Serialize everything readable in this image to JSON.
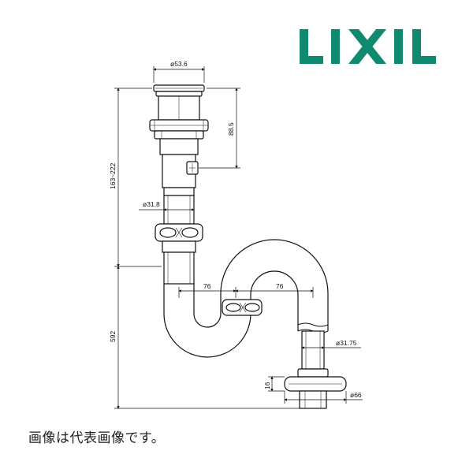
{
  "brand": {
    "logo_text": "LIXIL",
    "color": "#0f8a6f"
  },
  "drawing": {
    "dimensions": {
      "cap_diameter": "ø53.6",
      "upper_height": "88.5",
      "total_height_range": "163~222",
      "tailpiece_diameter": "ø31.8",
      "offset_left": "76",
      "offset_right": "76",
      "trap_height": "592",
      "outlet_diameter": "ø31.75",
      "flange_height": "16",
      "flange_diameter": "ø66"
    }
  },
  "caption": "画像は代表画像です。"
}
